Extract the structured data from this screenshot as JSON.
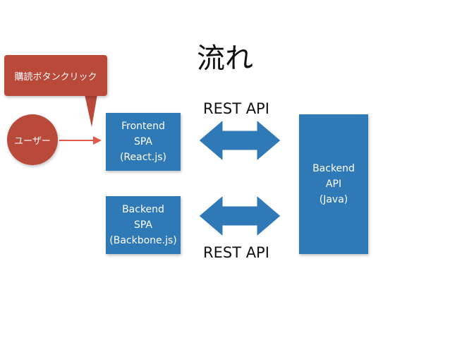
{
  "title": "流れ",
  "callout": {
    "text": "購読ボタンクリック"
  },
  "user": {
    "label": "ユーザー"
  },
  "frontend_spa": {
    "line1": "Frontend",
    "line2": "SPA",
    "line3": "(React.js)"
  },
  "backend_spa": {
    "line1": "Backend",
    "line2": "SPA",
    "line3": "(Backbone.js)"
  },
  "backend_api": {
    "line1": "Backend",
    "line2": "API",
    "line3": "(Java)"
  },
  "rest_api_top": "REST API",
  "rest_api_bottom": "REST API",
  "colors": {
    "red": "#b94a3a",
    "blue": "#2f79b6",
    "arrow_red": "#e05a4a"
  }
}
